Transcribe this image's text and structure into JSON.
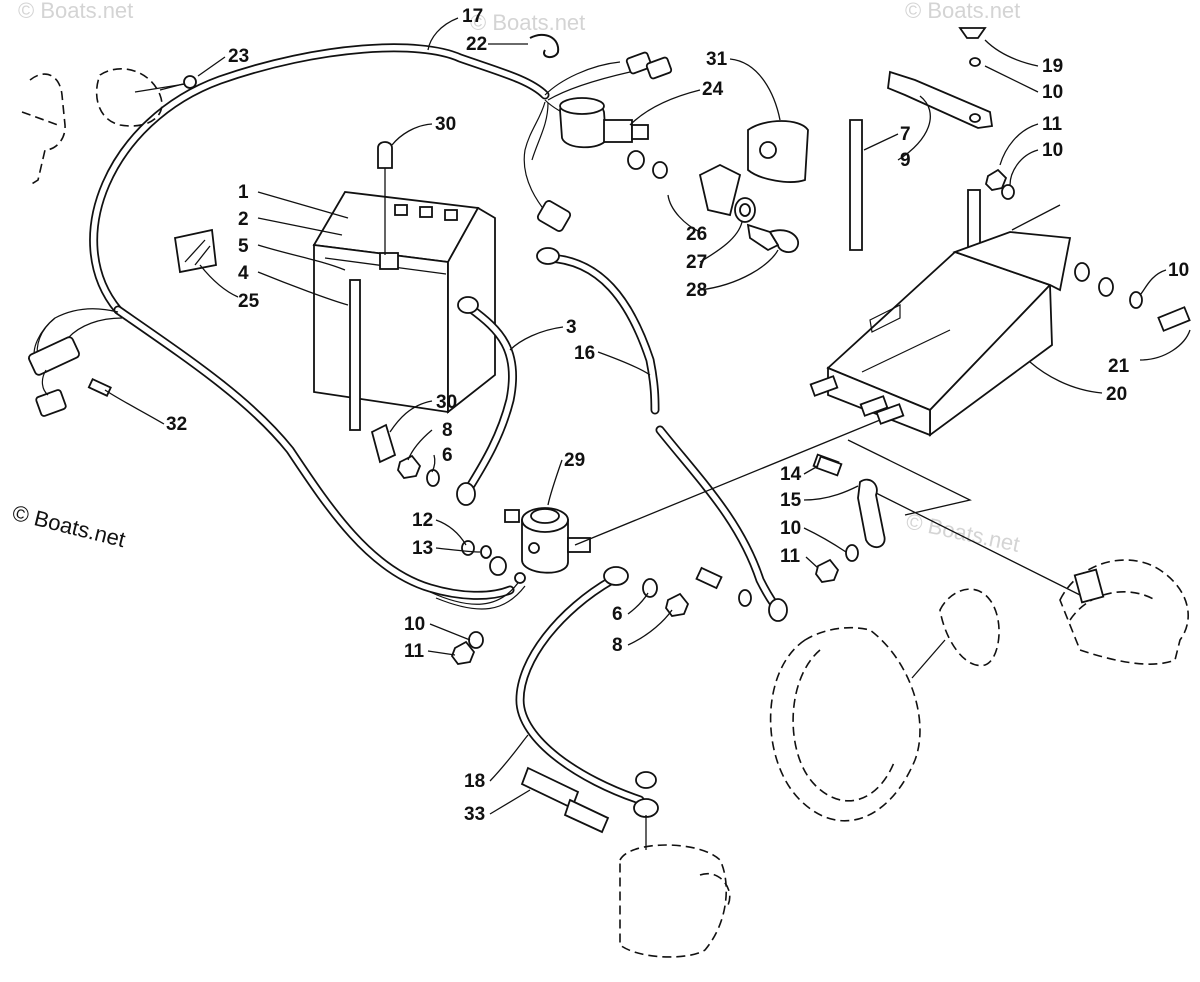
{
  "watermark": "© Boats.net",
  "copyright": "© Boats.net",
  "callouts": [
    {
      "id": "c1",
      "text": "1"
    },
    {
      "id": "c2",
      "text": "2"
    },
    {
      "id": "c5",
      "text": "5"
    },
    {
      "id": "c4",
      "text": "4"
    },
    {
      "id": "c25",
      "text": "25"
    },
    {
      "id": "c23",
      "text": "23"
    },
    {
      "id": "c17",
      "text": "17"
    },
    {
      "id": "c22",
      "text": "22"
    },
    {
      "id": "c30a",
      "text": "30"
    },
    {
      "id": "c31",
      "text": "31"
    },
    {
      "id": "c24",
      "text": "24"
    },
    {
      "id": "c26",
      "text": "26"
    },
    {
      "id": "c27",
      "text": "27"
    },
    {
      "id": "c28",
      "text": "28"
    },
    {
      "id": "c7",
      "text": "7"
    },
    {
      "id": "c9",
      "text": "9"
    },
    {
      "id": "c19",
      "text": "19"
    },
    {
      "id": "c10a",
      "text": "10"
    },
    {
      "id": "c11a",
      "text": "11"
    },
    {
      "id": "c10b",
      "text": "10"
    },
    {
      "id": "c10c",
      "text": "10"
    },
    {
      "id": "c21",
      "text": "21"
    },
    {
      "id": "c20",
      "text": "20"
    },
    {
      "id": "c3",
      "text": "3"
    },
    {
      "id": "c16",
      "text": "16"
    },
    {
      "id": "c32",
      "text": "32"
    },
    {
      "id": "c30b",
      "text": "30"
    },
    {
      "id": "c8a",
      "text": "8"
    },
    {
      "id": "c6a",
      "text": "6"
    },
    {
      "id": "c29",
      "text": "29"
    },
    {
      "id": "c12",
      "text": "12"
    },
    {
      "id": "c13",
      "text": "13"
    },
    {
      "id": "c10d",
      "text": "10"
    },
    {
      "id": "c11b",
      "text": "11"
    },
    {
      "id": "c14",
      "text": "14"
    },
    {
      "id": "c15",
      "text": "15"
    },
    {
      "id": "c10e",
      "text": "10"
    },
    {
      "id": "c11c",
      "text": "11"
    },
    {
      "id": "c6b",
      "text": "6"
    },
    {
      "id": "c8b",
      "text": "8"
    },
    {
      "id": "c18",
      "text": "18"
    },
    {
      "id": "c33",
      "text": "33"
    }
  ]
}
